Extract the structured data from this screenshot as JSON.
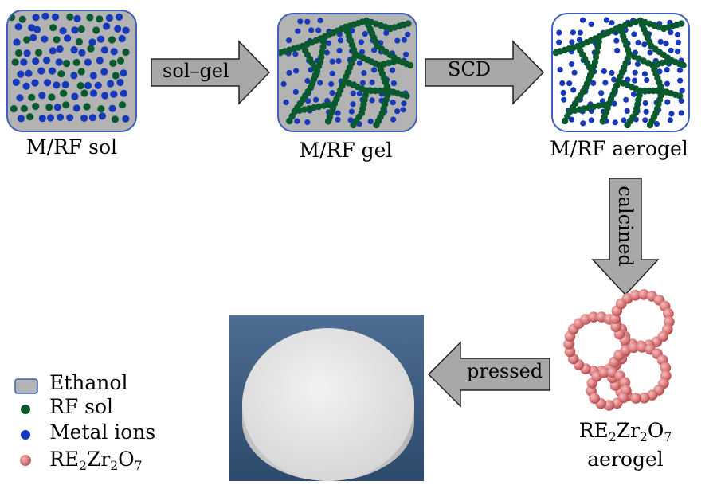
{
  "stages": {
    "sol": {
      "label": "M/RF sol"
    },
    "gel": {
      "label": "M/RF gel"
    },
    "aerogel": {
      "label": "M/RF aerogel"
    },
    "oxide": {
      "formula": {
        "p1": "RE",
        "s1": "2",
        "p2": "Zr",
        "s2": "2",
        "p3": "O",
        "s3": "7"
      },
      "line2": "aerogel"
    }
  },
  "arrows": {
    "solgel": "sol–gel",
    "scd": "SCD",
    "calcined": "calcined",
    "pressed": "pressed"
  },
  "legend": {
    "ethanol": "Ethanol",
    "rf_sol": "RF sol",
    "metal_ions": "Metal ions",
    "oxide": {
      "p1": "RE",
      "s1": "2",
      "p2": "Zr",
      "s2": "2",
      "p3": "O",
      "s3": "7"
    }
  },
  "colors": {
    "ethanol": "#b3b3b3",
    "border": "#3f5fb8",
    "rf_sol": "#0b5a2f",
    "metal_ions": "#1738b8",
    "oxide": "#d9787a",
    "arrow": "#a8a8a8",
    "photo_bg": "#3a5a80",
    "pellet": "#e6e6e6"
  }
}
